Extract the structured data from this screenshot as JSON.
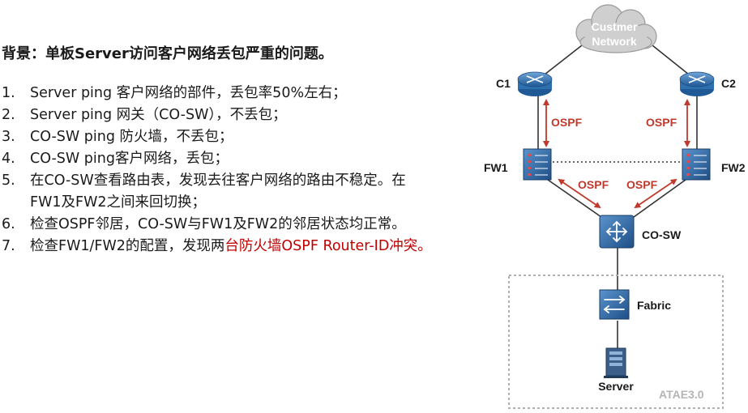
{
  "title": "背景：单板Server访问客户网络丢包严重的问题。",
  "steps": [
    {
      "num": "1.",
      "text": "Server ping 客户网络的部件，丢包率50%左右；",
      "highlight": ""
    },
    {
      "num": "2.",
      "text": "Server ping 网关（CO-SW），不丢包；",
      "highlight": ""
    },
    {
      "num": "3.",
      "text": "CO-SW ping 防火墙，不丢包；",
      "highlight": ""
    },
    {
      "num": "4.",
      "text": "CO-SW ping客户网络，丢包；",
      "highlight": ""
    },
    {
      "num": "5.",
      "text": "在CO-SW查看路由表，发现去往客户网络的路由不稳定。在",
      "line2": "FW1及FW2之间来回切换；",
      "highlight": ""
    },
    {
      "num": "6.",
      "text": "检查OSPF邻居，CO-SW与FW1及FW2的邻居状态均正常。",
      "highlight": ""
    },
    {
      "num": "7.",
      "text": "检查FW1/FW2的配置，发现两",
      "highlight": "台防火墙OSPF  Router-ID冲突。"
    }
  ],
  "diagram": {
    "cloud_line1": "Custmer",
    "cloud_line2": "Network",
    "c1": "C1",
    "c2": "C2",
    "fw1": "FW1",
    "fw2": "FW2",
    "cosw": "CO-SW",
    "fabric": "Fabric",
    "server": "Server",
    "ospf_left": "OSPF",
    "ospf_right": "OSPF",
    "ospf_mid_left": "OSPF",
    "ospf_mid_right": "OSPF",
    "watermark": "ATAE3.0"
  },
  "colors": {
    "ospf_arrow": "#c0392b",
    "highlight_text": "#c00000",
    "device_blue": "#2f6aa8",
    "cloud_gray": "#c8c8c8"
  }
}
